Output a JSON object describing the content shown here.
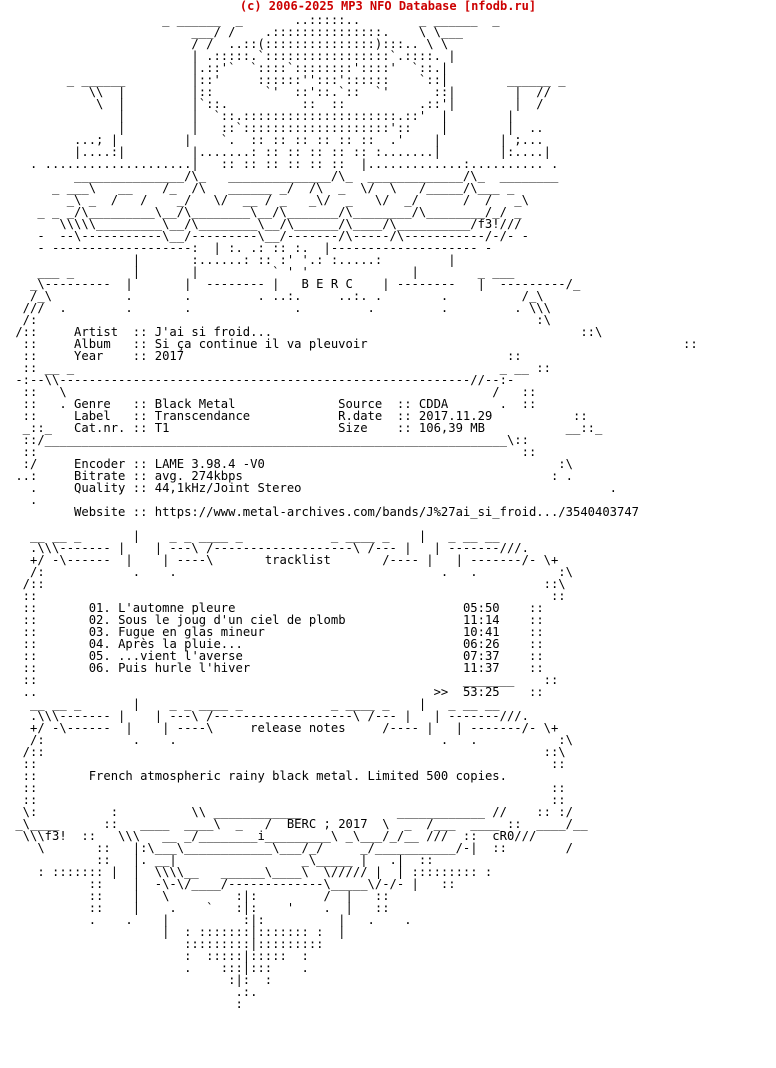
{
  "banner": "(c) 2006-2025 MP3 NFO Database [nfodb.ru]",
  "colors": {
    "banner": "#cc0000",
    "text": "#000000",
    "background": "#ffffff"
  },
  "release": {
    "group": "B E R C",
    "artist": "J'ai si froid...",
    "album": "Si ça continue il va pleuvoir",
    "year": "2017",
    "genre": "Black Metal",
    "label": "Transcendance",
    "catnr": "T1",
    "source": "CDDA",
    "rdate": "2017.11.29",
    "size": "106,39 MB",
    "encoder": "LAME 3.98.4 -V0",
    "bitrate": "avg. 274kbps",
    "quality": "44,1kHz/Joint Stereo",
    "website": "https://www.metal-archives.com/bands/J%27ai_si_froid.../3540403747"
  },
  "tracklist": {
    "heading": "tracklist",
    "tracks": [
      {
        "num": "01.",
        "title": "L'automne pleure",
        "time": "05:50"
      },
      {
        "num": "02.",
        "title": "Sous le joug d'un ciel de plomb",
        "time": "11:14"
      },
      {
        "num": "03.",
        "title": "Fugue en glas mineur",
        "time": "10:41"
      },
      {
        "num": "04.",
        "title": "Après la pluie...",
        "time": "06:26"
      },
      {
        "num": "05.",
        "title": "...vient l'averse",
        "time": "07:37"
      },
      {
        "num": "06.",
        "title": "Puis hurle l'hiver",
        "time": "11:37"
      }
    ],
    "total": "53:25"
  },
  "notes": {
    "heading": "release notes",
    "text": "French atmospheric rainy black metal. Limited 500 copies."
  },
  "footer": {
    "tag": "BERC ; 2017"
  },
  "ascii_art": [
    "                     _ ______  _       ..:::::..        _ ______  _",
    "                         ___/ /    .:::::::::::::::.    \\ \\___",
    "                         / /  ..::(:::::::::::::::):::.. \\ \\",
    "                         | .:::::.`:::::::::::::::::`.::::. |",
    "                         |.::'`  `::::`::::::::'::::'  `::.|",
    "        _ ______         |::'     ::::::'':::'::::::    `::|        ______ _",
    "           \\\\  |         |::       `'  ::'::.`::  `'      ::|        |  //",
    "            \\  |         |`::.          ::  ::          .::'|        |  /",
    "               |         |  `::.:::::::::::::::::::::.::'  |        |",
    "               |         |   ::`::::::::::::::::::::'::    |        |  ..",
    "         ...; |         |    `.  :: :: :: :: :: ::  .'    |        | ;...",
    "         |....:|         |.......: :: :: :: :: :: :.......|        |:....|",
    "   . ....................|   :: :: :: :: :: ::  |.............:.......... .",
    "         _______________/\\_   ______________/\\_  _____________/\\_  ________",
    "      _ ___\\   __    /_  /\\   ______ _/  /\\  _  \\/  \\   /_____/\\___ _",
    "        _\\ _  /   /    _/   \\/  __ / _   _\\/  _   \\/  _/      /  /   _\\",
    "    _ _ _/\\_________\\__/\\________\\__/\\_______/\\________/\\________/_/ _",
    "       \\\\\\\\\\_________\\__/\\________\\__/\\______/\\____/\\__________/f3!///",
    "    -  --\\-----------\\__/---------\\__/-------/\\-----/\\-----------/-/- -",
    "    - -------------------:  | :. .: :: :.  |-------------------- -",
    "                 |       :......: :: :' '.: :.....:         |",
    "    ___ _        |       |          ` ' '              |        _ ___",
    "   _\\---------  |       |  -------- |   B E R C    | --------   |  ---------/_",
    "   /_\\          .       .         . ..:.     ..:. .        .          /_\\",
    "  ///  .        .       .              .         .         .         . \\\\\\",
    "  /:                                                                    :\\",
    " /::     Artist  :: {artist}                                          ::\\",
    "  ::     Album   :: {album}                                           ::",
    "  ::     Year    :: {year}                                            ::",
    "  :: __ _                                                          _ __ ::",
    " -:--\\\\--------------------------------------------------------//--:-",
    "  ::   \\                                                          /   ::",
    "  ::   . Genre   :: {genre}          Source  :: {source}       .  ::",
    "  ::     Label   :: {label}          R.date  :: {rdate}           ::",
    "  _::_   Cat.nr. :: {catnr}          Size    :: {size}           __::_",
    "  ::/_______________________________________________________________\\::",
    "  ::                                                                  ::",
    "  :/     Encoder :: {encoder}                                        :\\",
    " ..:     Bitrate :: {bitrate}                                          : .",
    "   .     Quality :: {quality}                                          .",
    "   .",
    "         Website :: {website}",
    "",
    "   __ __ _       |    _ _ ____ _            _ ____ _    |   _ __ __",
    "   .\\\\\\------- |    | ---\\ /-------------------\\ /--- |   | -------///.",
    "   +/ -\\------  |    | ----\\       {tracklist}       /---- |   | -------/- \\+",
    "   /:            .    .                                    .   .           :\\",
    "  /::                                                                    ::\\",
    "  ::                                                                      ::",
    "  ::       {t1}",
    "  ::       {t2}",
    "  ::       {t3}",
    "  ::       {t4}",
    "  ::       {t5}",
    "  ::       {t6}",
    "  ::                                                          _______    ::",
    "  ..                                                      >>  {total}    ::",
    "   __ __ _       |    _ _ ____ _            _ ____ _    |   _ __ __",
    "   .\\\\\\------- |    | ---\\ /-------------------\\ /--- |   | -------///.",
    "   +/ -\\------  |    | ----\\     {notesheading}     /---- |   | -------/- \\+",
    "   /:            .    .                                    .   .           :\\",
    "  /::                                                                    ::\\",
    "  ::                                                                      ::",
    "  ::       {notes}",
    "  ::                                                                      ::",
    "  ::                                                                      ::",
    "  \\:          :          \\\\ ____________             ____________ //    :: :/",
    " _\\____      ::   ____  ____\\  _   /  {footer}  \\  _  /___  ____ ::  ____/__",
    "  \\\\\\f3!  ::   \\\\\\   __ _/________i_________\\ _\\___/_/__ ///  ::  cR0///",
    "    \\       ::   |:\\___\\____________\\___/_/     _/___________/-|  ::        /",
    "            ::   |. __|                 _\\_____ |   .|  ::",
    "    : ::::::: |  |  \\\\\\\\__   ______\\____\\  \\///// |  | ::::::::: :",
    "           ::    |  -\\-\\/____/-------------\\_____\\/-/- |   ::",
    "           ::    |   \\         :|:         /  |   ::",
    "           ::    |    .    `   :|:    '    .  |   ::",
    "           .    .    |          :|:          |   .    .",
    "                     |  : :::::::|::::::: :  |",
    "                        :::::::::|:::::::::",
    "                        :  :::::|:::::  :",
    "                        .    :::|:::    .",
    "                              :|:  :",
    "                               .:.",
    "                               :"
  ]
}
